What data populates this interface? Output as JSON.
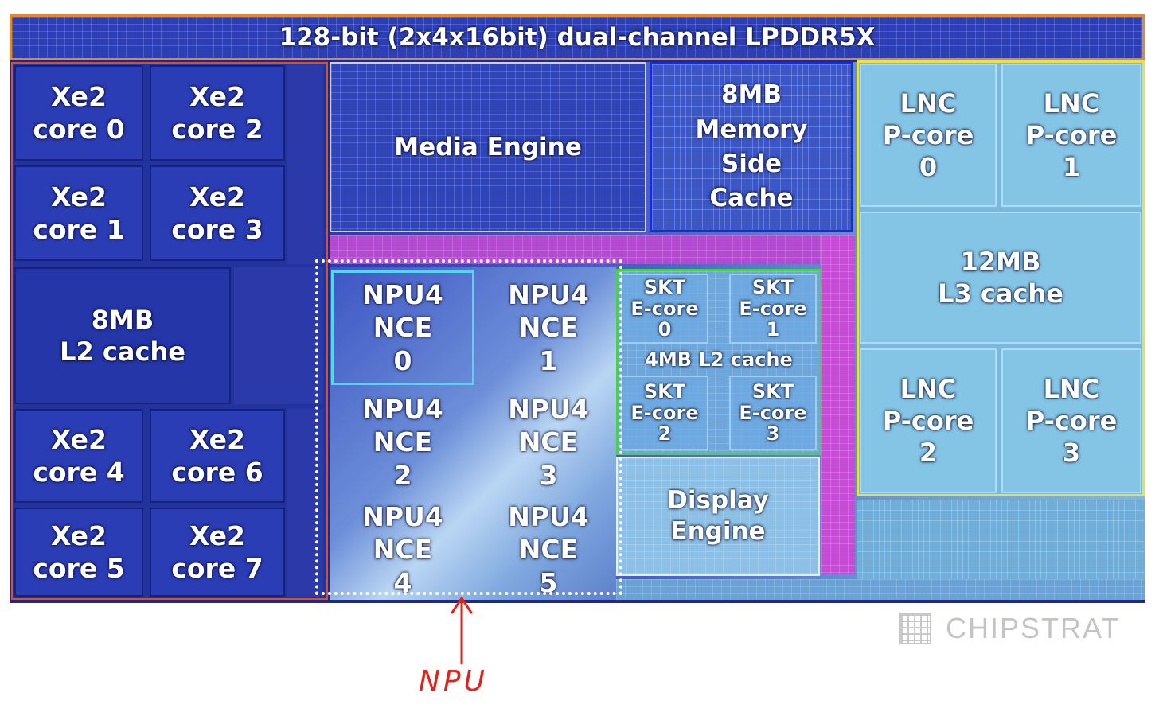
{
  "memory": {
    "label": "128-bit (2x4x16bit) dual-channel LPDDR5X"
  },
  "gpu_cores": [
    {
      "label": "Xe2\ncore 0"
    },
    {
      "label": "Xe2\ncore 2"
    },
    {
      "label": "Xe2\ncore 1"
    },
    {
      "label": "Xe2\ncore 3"
    },
    {
      "label": "Xe2\ncore 4"
    },
    {
      "label": "Xe2\ncore 6"
    },
    {
      "label": "Xe2\ncore 5"
    },
    {
      "label": "Xe2\ncore 7"
    }
  ],
  "gpu_l2": {
    "label": "8MB\nL2 cache"
  },
  "media_engine": {
    "label": "Media Engine"
  },
  "memory_side_cache": {
    "label": "8MB\nMemory\nSide\nCache"
  },
  "npu_nces": [
    {
      "label": "NPU4\nNCE\n0"
    },
    {
      "label": "NPU4\nNCE\n1"
    },
    {
      "label": "NPU4\nNCE\n2"
    },
    {
      "label": "NPU4\nNCE\n3"
    },
    {
      "label": "NPU4\nNCE\n4"
    },
    {
      "label": "NPU4\nNCE\n5"
    }
  ],
  "ecores": [
    {
      "label": "SKT\nE-core\n0"
    },
    {
      "label": "SKT\nE-core\n1"
    },
    {
      "label": "SKT\nE-core\n2"
    },
    {
      "label": "SKT\nE-core\n3"
    }
  ],
  "ecore_l2": {
    "label": "4MB L2 cache"
  },
  "display_engine": {
    "label": "Display\nEngine"
  },
  "pcores": [
    {
      "label": "LNC\nP-core\n0"
    },
    {
      "label": "LNC\nP-core\n1"
    },
    {
      "label": "LNC\nP-core\n2"
    },
    {
      "label": "LNC\nP-core\n3"
    }
  ],
  "l3": {
    "label": "12MB\nL3 cache"
  },
  "annotation": {
    "label": "NPU"
  },
  "watermark": {
    "label": "CHIPSTRAT"
  },
  "colors": {
    "gpu_tile_border": "#d9512b",
    "memory_border": "#e08a2a",
    "pcore_border": "#e6e24a",
    "ecore_border": "#47d24a",
    "memory_side_border": "#1a2bd0",
    "npu_highlight": "#ffffff",
    "annotation": "#e0241b",
    "fabric": "#c64cd6"
  }
}
